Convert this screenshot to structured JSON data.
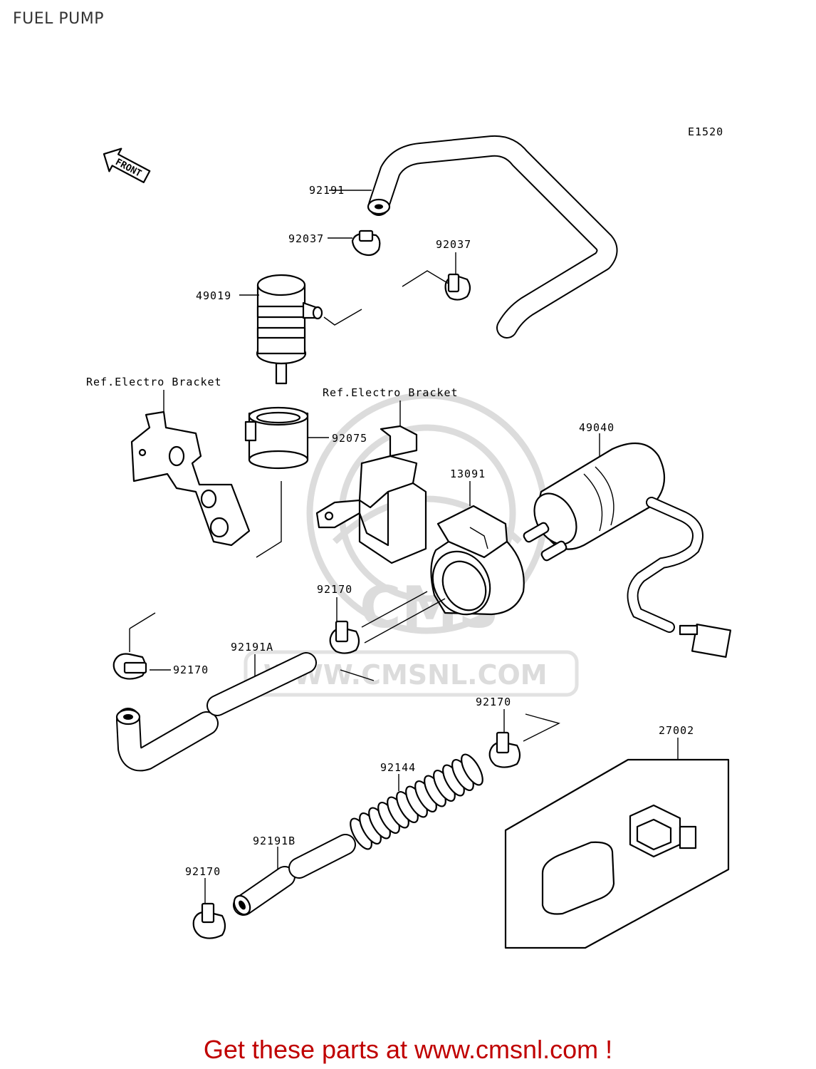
{
  "header": {
    "title": "FUEL PUMP"
  },
  "diagram": {
    "code": "E1520",
    "front_label": "FRONT",
    "watermark": {
      "brand": "CMS",
      "url": "WWW.CMSNL.COM"
    },
    "labels": {
      "p92191": "92191",
      "p92037a": "92037",
      "p92037b": "92037",
      "p49019": "49019",
      "ref_bracket_left": "Ref.Electro Bracket",
      "ref_bracket_right": "Ref.Electro Bracket",
      "p92075": "92075",
      "p49040": "49040",
      "p13091": "13091",
      "p92170a": "92170",
      "p92170b": "92170",
      "p92191a": "92191A",
      "p92170c": "92170",
      "p27002": "27002",
      "p92144": "92144",
      "p92191b": "92191B",
      "p92170d": "92170"
    }
  },
  "footer": {
    "text": "Get these parts at www.cmsnl.com !"
  }
}
